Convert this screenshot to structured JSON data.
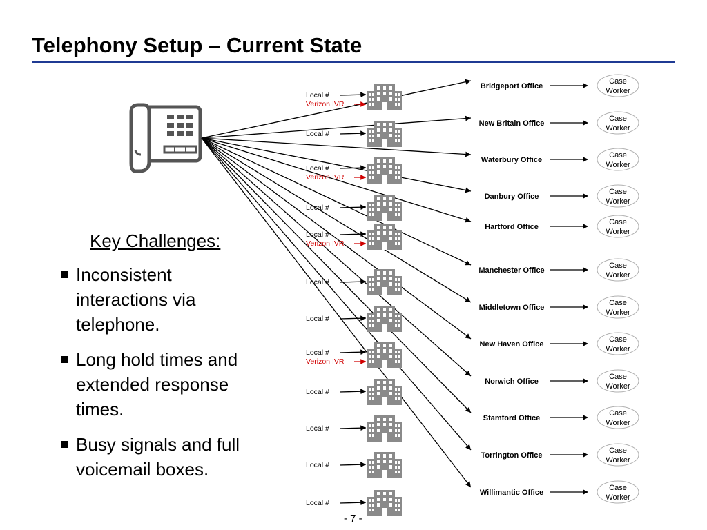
{
  "title": "Telephony Setup – Current State",
  "page_number": "- 7 -",
  "challenges": {
    "heading": "Key Challenges:",
    "items": [
      "Inconsistent interactions via telephone.",
      "Long hold times and extended response times.",
      "Busy signals and full voicemail boxes."
    ]
  },
  "case_worker_label": "Case Worker",
  "offices": [
    "Bridgeport Office",
    "New Britain Office",
    "Waterbury Office",
    "Danbury Office",
    "Hartford Office",
    "Manchester Office",
    "Middletown Office",
    "New Haven Office",
    "Norwich Office",
    "Stamford Office",
    "Torrington Office",
    "Willimantic Office"
  ],
  "line_labels": [
    {
      "local": "Local #",
      "ivr": "Verizon IVR"
    },
    {
      "local": "Local #",
      "ivr": null
    },
    {
      "local": "Local #",
      "ivr": "Verizon IVR"
    },
    {
      "local": "Local #",
      "ivr": null
    },
    {
      "local": "Local #",
      "ivr": "Verizon IVR"
    },
    {
      "local": "Local #",
      "ivr": null
    },
    {
      "local": "Local #",
      "ivr": null
    },
    {
      "local": "Local #",
      "ivr": "Verizon IVR"
    },
    {
      "local": "Local #",
      "ivr": null
    },
    {
      "local": "Local #",
      "ivr": null
    },
    {
      "local": "Local #",
      "ivr": null
    },
    {
      "local": "Local #",
      "ivr": null
    }
  ],
  "colors": {
    "accent": "#1f3a93",
    "ivr": "#d00000",
    "building": "#8a8a8a",
    "phone": "#555555"
  },
  "icons": {
    "phone": "desk-phone-icon",
    "building": "office-building-icon"
  }
}
